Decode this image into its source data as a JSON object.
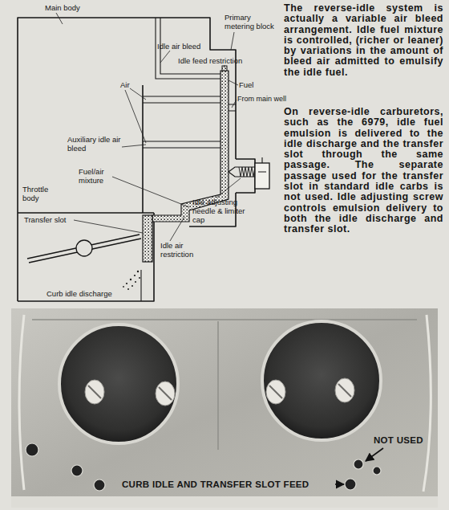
{
  "diagram": {
    "labels": [
      "Main body",
      "Primary metering block",
      "Idle air bleed",
      "Idle feed restriction",
      "Air",
      "Fuel",
      "From main well",
      "Auxiliary idle air bleed",
      "Throttle body",
      "Fuel/air mixture",
      "Idle adjusting needle & limiter cap",
      "Idle air restriction",
      "Transfer slot",
      "Curb idle discharge",
      "The reverse-idle system is actually a variable air bleed arrangement. Idle fuel mixture is controlled, (richer or leaner) by variations in the amount of bleed air admitted to emulsify the idle fuel.",
      "On reverse-idle carburetors, such as the 6979, idle fuel emulsion is delivered to the idle discharge and the transfer slot through the same passage. The separate passage used for the transfer slot in standard idle carbs is not used. Idle adjusting screw controls emulsion delivery to both the idle discharge and transfer slot.",
      "NOT USED",
      "CURB IDLE AND TRANSFER SLOT FEED"
    ]
  }
}
